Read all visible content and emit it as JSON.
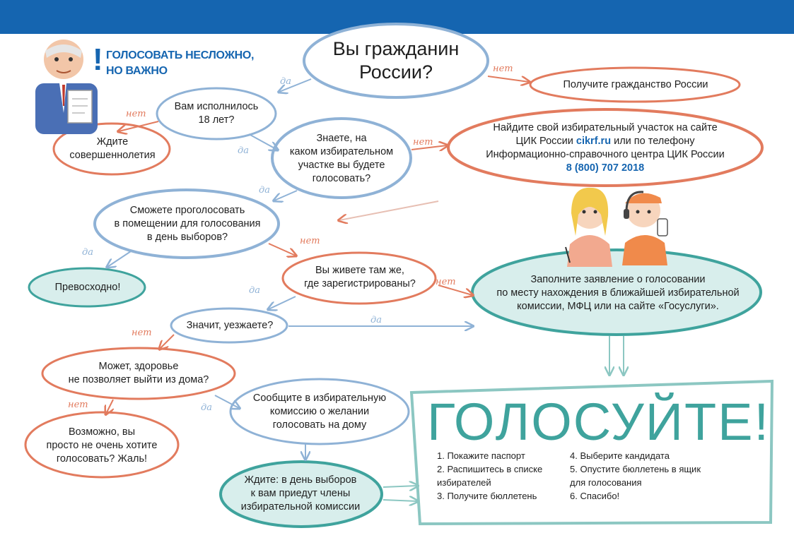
{
  "headline": "ГОЛОСОВАТЬ НЕСЛОЖНО,\nНО ВАЖНО",
  "headline_mark": "!",
  "colors": {
    "brand_blue": "#1565b0",
    "yes_blue": "#8fb2d6",
    "no_orange": "#e27b5e",
    "teal": "#3fa39d",
    "teal_fill": "#d8eeec"
  },
  "nodes": {
    "citizen": "Вы гражданин\nРоссии?",
    "get_citizenship": "Получите гражданство России",
    "age": "Вам исполнилось\n18 лет?",
    "wait_adult": "Ждите\nсовершеннолетия",
    "know_station": "Знаете, на\nкаком избирательном\nучастке вы будете\nголосовать?",
    "find_station_line1": "Найдите свой избирательный участок на сайте",
    "find_station_prefix": "ЦИК России ",
    "find_station_site": "cikrf.ru",
    "find_station_suffix": " или по телефону",
    "find_station_line3": "Информационно-справочного центра ЦИК России",
    "find_station_phone": "8 (800) 707 2018",
    "can_vote_premises": "Сможете проголосовать\nв помещении для голосования\nв день выборов?",
    "excellent": "Превосходно!",
    "live_same": "Вы живете там же,\nгде зарегистрированы?",
    "apply": "Заполните заявление о голосовании\nпо месту нахождения в ближайшей избирательной\nкомиссии, МФЦ или на сайте «Госуслуги».",
    "leaving": "Значит, уезжаете?",
    "health": "Может, здоровье\nне позволяет выйти из дома?",
    "maybe_not_want": "Возможно, вы\nпросто не очень хотите\nголосовать? Жаль!",
    "inform_commission": "Сообщите в избирательную\nкомиссию о желании\nголосовать на дому",
    "wait_home": "Ждите: в день выборов\nк вам приедут члены\nизбирательной комиссии"
  },
  "labels": {
    "yes": "да",
    "no": "нет"
  },
  "vote": {
    "title": "ГОЛОСУЙТЕ!",
    "steps_left": [
      "1. Покажите паспорт",
      "2. Распишитесь в списке\n    избирателей",
      "3. Получите бюллетень"
    ],
    "steps_right": [
      "4. Выберите кандидата",
      "5. Опустите бюллетень в ящик\n    для голосования",
      "6. Спасибо!"
    ]
  },
  "icons": {
    "official": "official-with-clipboard-icon",
    "staff": "help-center-staff-icon"
  }
}
